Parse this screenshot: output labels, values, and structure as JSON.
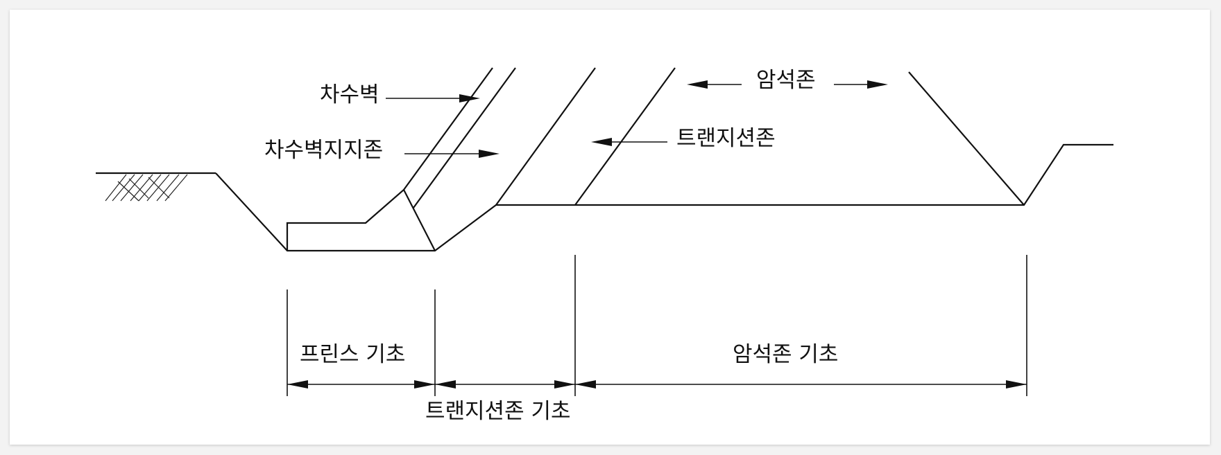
{
  "labels": {
    "cutoff_wall": "차수벽",
    "cutoff_wall_support_zone": "차수벽지지존",
    "rock_zone": "암석존",
    "transition_zone": "트랜지션존",
    "plinth_foundation": "프린스 기초",
    "transition_zone_foundation": "트랜지션존 기초",
    "rock_zone_foundation": "암석존 기초"
  }
}
